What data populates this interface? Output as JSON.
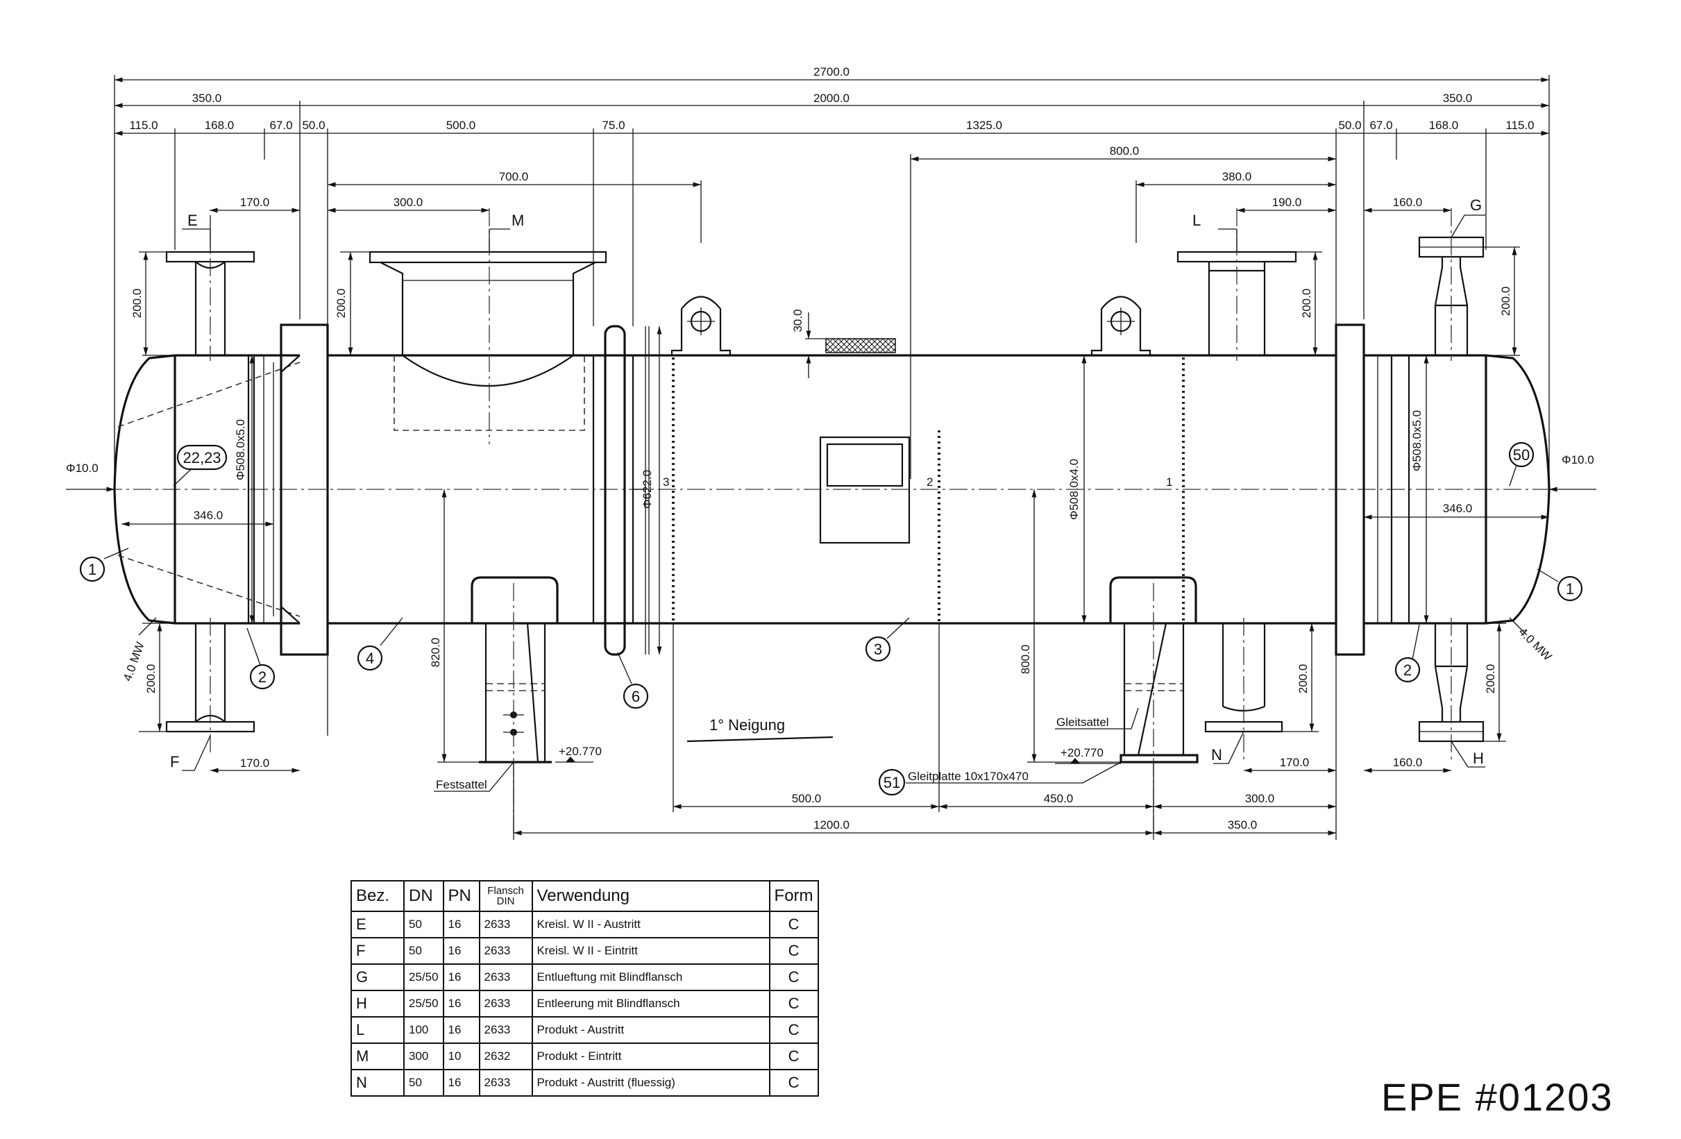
{
  "dimensions": {
    "overall": "2700.0",
    "left_head": "350.0",
    "shell": "2000.0",
    "right_head": "350.0",
    "l_115": "115.0",
    "l_168": "168.0",
    "l_67": "67.0",
    "l_50": "50.0",
    "mid_500": "500.0",
    "mid_75": "75.0",
    "mid_1325": "1325.0",
    "r_50": "50.0",
    "r_67": "67.0",
    "r_168": "168.0",
    "r_115": "115.0",
    "d_800": "800.0",
    "d_700": "700.0",
    "d_380": "380.0",
    "d_300m": "300.0",
    "d_170e": "170.0",
    "d_190": "190.0",
    "d_160g": "160.0",
    "d_200e": "200.0",
    "d_200m": "200.0",
    "d_200l": "200.0",
    "d_200g": "200.0",
    "d_200f": "200.0",
    "d_200n": "200.0",
    "d_200h": "200.0",
    "d_30": "30.0",
    "phi10_left": "Φ10.0",
    "phi10_right": "Φ10.0",
    "phi508_left": "Φ508.0x5.0",
    "phi508_right": "Φ508.0x5.0",
    "phi508_shell": "Φ508.0x4.0",
    "phi622": "Φ622.0",
    "d_346_left": "346.0",
    "d_346_right": "346.0",
    "d_820": "820.0",
    "d_800v": "800.0",
    "d_170f": "170.0",
    "d_170n": "170.0",
    "d_160h": "160.0",
    "d_500b": "500.0",
    "d_450": "450.0",
    "d_300b": "300.0",
    "d_1200": "1200.0",
    "d_350b": "350.0",
    "elev_left": "+20.770",
    "elev_right": "+20.770",
    "weld_left": "4.0 MW",
    "weld_right": "4.0 MW",
    "sec_3": "3",
    "sec_2": "2",
    "sec_1": "1"
  },
  "nozzle_labels": {
    "e": "E",
    "m": "M",
    "l": "L",
    "g": "G",
    "f": "F",
    "n": "N",
    "h": "H"
  },
  "part_numbers": {
    "p1_left": "1",
    "p1_right": "1",
    "p2_left": "2",
    "p2_right": "2",
    "p3": "3",
    "p4": "4",
    "p6": "6",
    "p50": "50",
    "p51": "51",
    "p2223": "22,23"
  },
  "annotations": {
    "neigung": "1° Neigung",
    "festsattel": "Festsattel",
    "gleitsattel": "Gleitsattel",
    "gleitplatte": "Gleitplatte  10x170x470"
  },
  "table": {
    "headers": {
      "bez": "Bez.",
      "dn": "DN",
      "pn": "PN",
      "flansch_1": "Flansch",
      "flansch_2": "DIN",
      "verwendung": "Verwendung",
      "form": "Form"
    },
    "rows": [
      {
        "bez": "E",
        "dn": "50",
        "pn": "16",
        "din": "2633",
        "verwendung": "Kreisl.  W II  -  Austritt",
        "form": "C"
      },
      {
        "bez": "F",
        "dn": "50",
        "pn": "16",
        "din": "2633",
        "verwendung": "Kreisl.  W II  -  Eintritt",
        "form": "C"
      },
      {
        "bez": "G",
        "dn": "25/50",
        "pn": "16",
        "din": "2633",
        "verwendung": "Entlueftung mit Blindflansch",
        "form": "C"
      },
      {
        "bez": "H",
        "dn": "25/50",
        "pn": "16",
        "din": "2633",
        "verwendung": "Entleerung mit Blindflansch",
        "form": "C"
      },
      {
        "bez": "L",
        "dn": "100",
        "pn": "16",
        "din": "2633",
        "verwendung": "Produkt  -  Austritt",
        "form": "C"
      },
      {
        "bez": "M",
        "dn": "300",
        "pn": "10",
        "din": "2632",
        "verwendung": "Produkt  -  Eintritt",
        "form": "C"
      },
      {
        "bez": "N",
        "dn": "50",
        "pn": "16",
        "din": "2633",
        "verwendung": "Produkt  -  Austritt  (fluessig)",
        "form": "C"
      }
    ]
  },
  "document_id": "EPE  #01203"
}
